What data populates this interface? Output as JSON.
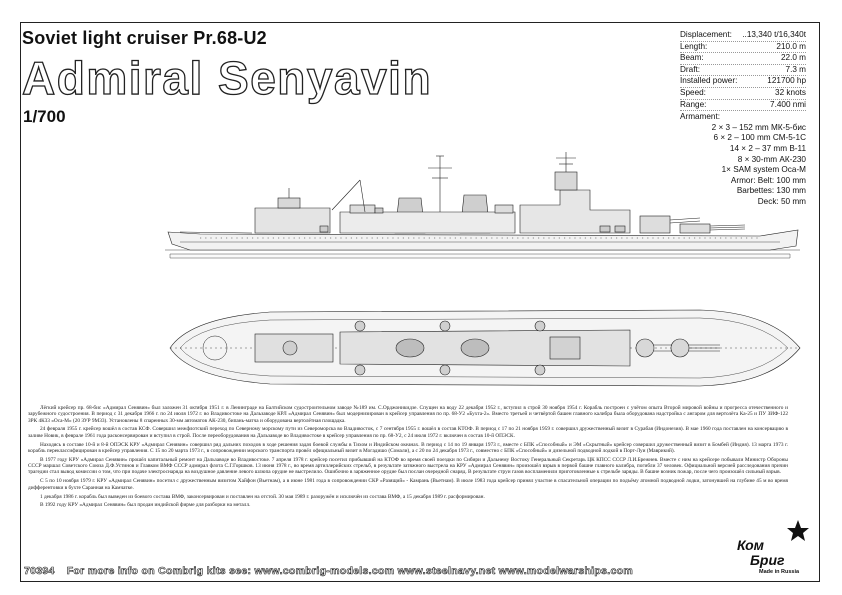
{
  "header": {
    "title": "Soviet light cruiser Pr.68-U2",
    "ship_name": "Admiral Senyavin",
    "scale": "1/700"
  },
  "specs": [
    {
      "label": "Displacement:",
      "value": "..13,340 t/16,340t"
    },
    {
      "label": "Length:",
      "value": "210.0 m"
    },
    {
      "label": "Beam:",
      "value": "22.0 m"
    },
    {
      "label": "Draft:",
      "value": "7.3 m"
    },
    {
      "label": "Installed power:",
      "value": "121700 hp"
    },
    {
      "label": "Speed:",
      "value": "32 knots"
    },
    {
      "label": "Range:",
      "value": "7.400 nmi"
    }
  ],
  "armament": {
    "title": "Armament:",
    "lines": [
      "2 × 3 – 152 mm  МК-5-бис",
      "6 × 2 – 100 mm  СМ-5-1С",
      "14 × 2 – 37 mm  В-11",
      "8 × 30-mm  АК-230",
      "1× SAM system  Оса-М"
    ]
  },
  "armor": [
    "Armor:  Belt: 100 mm",
    "Barbettes: 130  mm",
    "Deck: 50 mm"
  ],
  "history": [
    "Лёгкий крейсер пр. 68-бис «Адмирал Сенявин» был заложен 31 октября 1951 г. в Ленинграде на Балтийском судостроительном заводе №189 им. С.Орджоникидзе. Спущен на воду 22 декабря 1952 г., вступил в строй 30 ноября 1954 г. Корабль построен с учётом опыта Второй мировой войны и прогресса отечественного и зарубежного судостроения. В период с 31 декабря 1966 г. по 24 июля 1972 г. во Владивостоке на Дальзаводе КРЛ «Адмирал Сенявин» был модернизирован в крейсер управления по пр. 68-У2 «Бухта-2». Вместо третьей и четвёртой башен главного калибра была оборудована надстройка с ангаром для вертолёта Ка-25 и ПУ ЗИФ-122 ЗРК 4К33 «Оса-М» (20 ЗУР 9М33). Установлены 8 спаренных 30-мм автоматов АК-230, бипань-матча и оборудована вертолётная площадка.",
    "24 февраля 1955 г. крейсер вошёл в состав КСФ. Совершил межфлотский переход по Северному морскому пути из Североморска во Владивосток, с 7 сентября 1955 г. вошёл в состав КТОФ. В период с 17 по 21 ноября 1959 г. совершил дружественный визит в Сурабая (Индонезия). В мае 1960 года поставлен на консервацию в заливе Новик, в феврале 1961 года расконсервирован и вступил в строй. После переоборудования на Дальзаводе во Владивостоке в крейсер управления по пр. 68-У2, с 24 июля 1972 г. включен в состав 10-й ОПЭСК.",
    "Находясь в составе 10-й и 8-й ОПЭСК КРУ «Адмирал Сенявин» совершил ряд дальних походов в ходе решения задач боевой службы в Тихом и Индийском океанах. В период с 14 по 19 января 1973 г., вместе с БПК «Способный» и ЭМ «Скрытный» крейсер совершил дружественный визит в Бомбей (Индия). 13 марта 1973 г. корабль переклассифицирован в крейсер управления. С 15 по 20 марта 1973 г., в сопровождении морского транспорта провёл официальный визит в Могадишо (Сомали), а с 20 по 24 декабря 1973 г., совместно с БПК «Способный» и дизельной подводной лодкой в Порт-Луи (Маврикий).",
    "В 1977 году КРУ «Адмирал Сенявин» прошёл капитальный ремонт на Дальзаводе во Владивостоке. 7 апреля 1978 г. крейсер посетил прибывший на КТОФ во время своей поездки по Сибири и Дальнему Востоку Генеральный Секретарь ЦК КПСС СССР Л.И.Брежнев. Вместе с ним на крейсере побывали Министр Обороны СССР маршал Советского Союза Д.Ф.Устинов и Главком ВМФ СССР адмирал флота С.Г.Горшков. 13 июня 1978 г., во время артиллерийских стрельб, в результате затяжного выстрела на КРУ «Адмирал Сенявин» произошёл взрыв в первой башне главного калибра, погибли 37 человек. Официальной версией расследования причин трагедии стал вывод комиссии о том, что при подаче электроснаряда на воздушное давление левого шлюпа орудие не выстрелило. Ошибочно в заряженное орудие был послан очередной снаряд. В результате струи газов воспламенили приготовленные к стрельбе заряды. В башне возник пожар, после чего произошёл сильный взрыв.",
    "С 5 по 10 ноября 1979 г. КРУ «Адмирал Сенявин» посетил с дружественным визитом Хайфон (Вьетнам), а в июне 1981 года в сопровождении СКР «Разящий» - Камрань (Вьетнам). В июле 1983 года крейсер принял участие в спасательной операции по подъёму атомной подводной лодки, затонувшей на глубине 45 м во время дифферентовки в бухте Саранная на Камчатке.",
    "1 декабря 1986 г. корабль был выведен из боевого состава ВМФ, законсервирован и поставлен на отстой. 30 мая 1989 г. разоружён и исключён из состава ВМФ, а 15 декабря 1989 г. расформирован.",
    "В 1992 году КРУ «Адмирал Сенявин» был продан индийской фирме для разборки на металл."
  ],
  "footer": {
    "code": "70394",
    "text": "For more info on Combrig kits see: www.combrig-models.com www.steelnavy.net www.modelwarships.com"
  },
  "logo": {
    "line1": "Ком",
    "line2": "Бриг",
    "made_in": "Made in Russia"
  }
}
